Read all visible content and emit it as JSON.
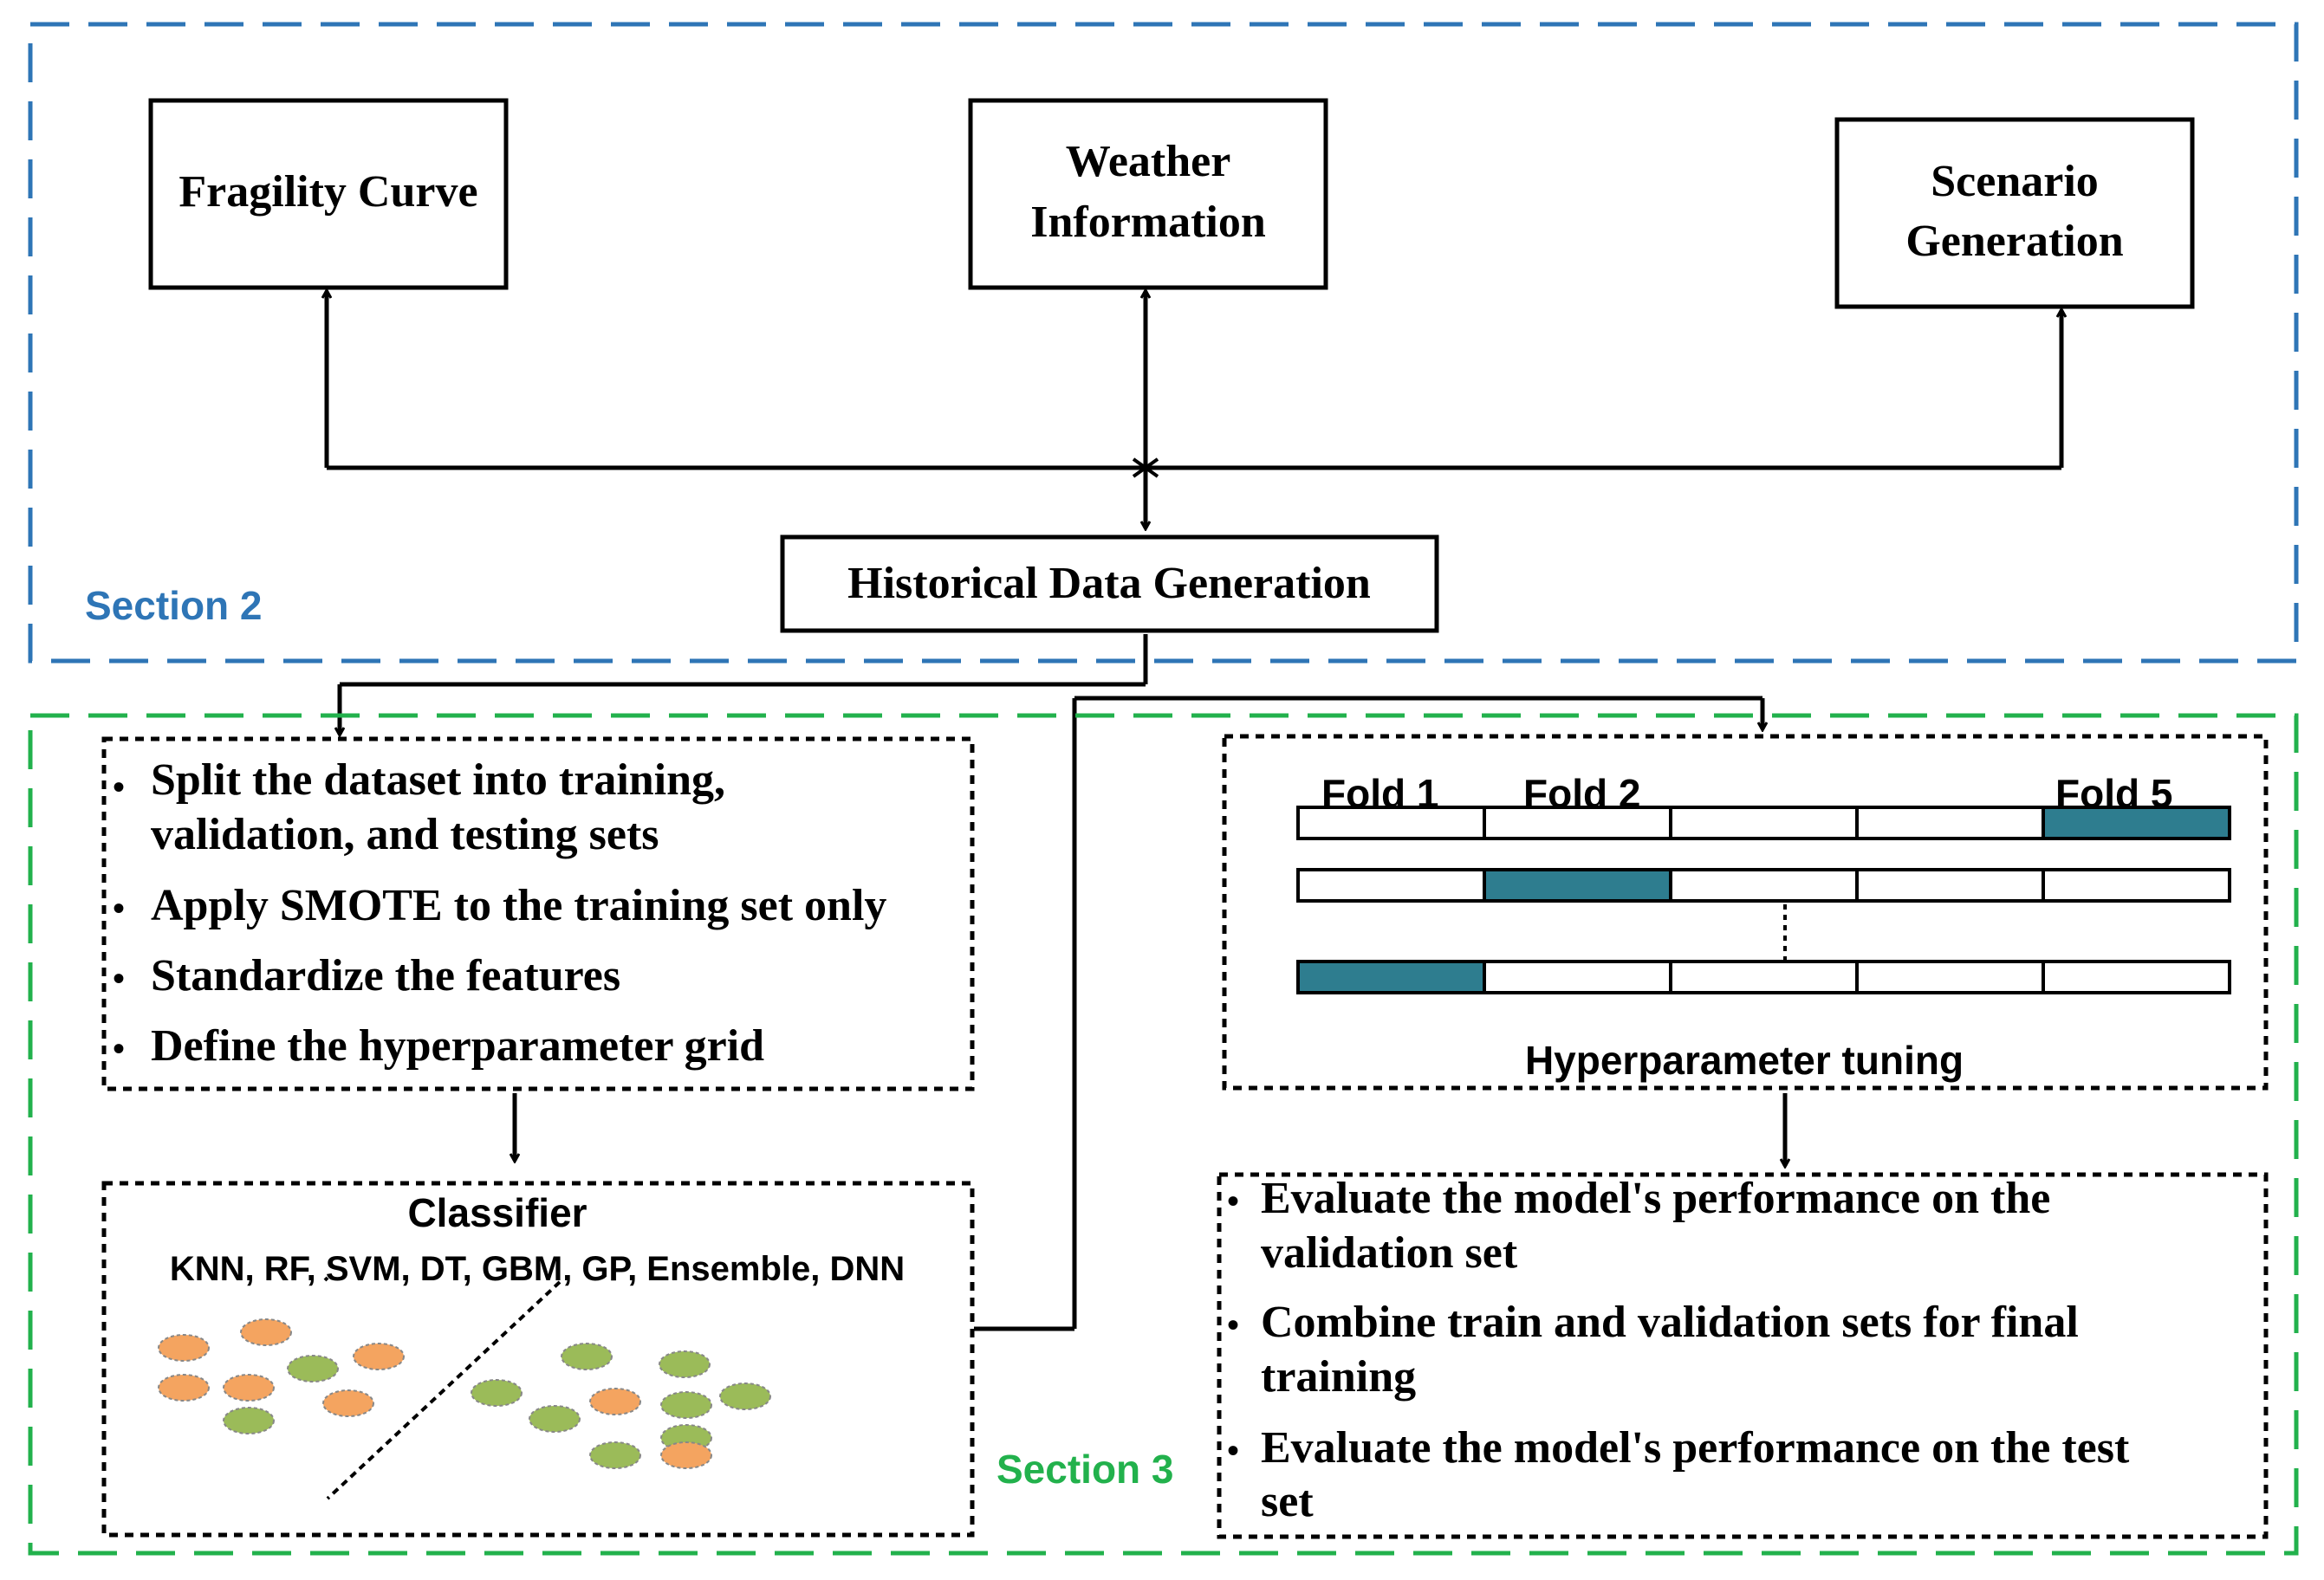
{
  "colors": {
    "section2_border": "#2e75b6",
    "section3_border": "#22b14c",
    "fold_fill": "#2e7d8f",
    "orange_dot": "#f4a460",
    "green_dot": "#9bbb59"
  },
  "section2": {
    "label": "Section 2",
    "boxes": {
      "fragility": "Fragility Curve",
      "weather_line1": "Weather",
      "weather_line2": "Information",
      "scenario_line1": "Scenario",
      "scenario_line2": "Generation",
      "historical": "Historical Data Generation"
    }
  },
  "section3": {
    "label": "Section 3",
    "prep_steps": [
      {
        "line1": "Split the dataset into training,",
        "line2": "validation, and testing sets"
      },
      {
        "line1": "Apply SMOTE to the training set only"
      },
      {
        "line1": "Standardize the features"
      },
      {
        "line1": "Define the hyperparameter grid"
      }
    ],
    "classifier": {
      "title": "Classifier",
      "models": "KNN, RF, SVM, DT, GBM, GP, Ensemble, DNN"
    },
    "tuning": {
      "title": "Hyperparameter tuning",
      "fold_labels": [
        "Fold 1",
        "Fold 2",
        "Fold 5"
      ],
      "num_folds": 5,
      "highlighted_fold_per_row": [
        5,
        2,
        1
      ]
    },
    "evaluation_steps": [
      {
        "line1": "Evaluate the model's performance on the",
        "line2": "validation set"
      },
      {
        "line1": "Combine train and validation sets for final",
        "line2": "training"
      },
      {
        "line1": "Evaluate the model's performance on the test",
        "line2": "set"
      }
    ]
  }
}
